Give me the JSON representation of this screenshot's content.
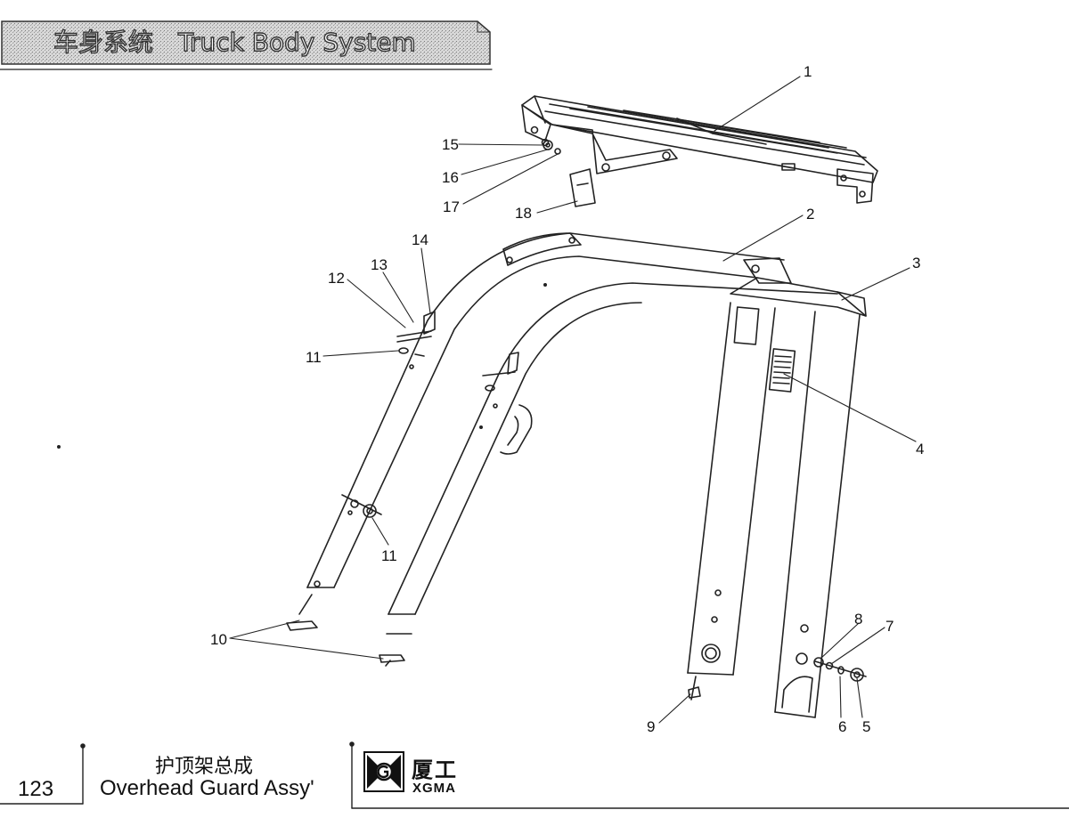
{
  "header": {
    "section_cn": "车身系统",
    "section_en": "Truck Body System"
  },
  "callouts": [
    "1",
    "2",
    "3",
    "4",
    "5",
    "6",
    "7",
    "8",
    "9",
    "10",
    "11",
    "11",
    "12",
    "13",
    "14",
    "15",
    "16",
    "17",
    "18"
  ],
  "footer": {
    "page_number": "123",
    "title_cn": "护顶架总成",
    "title_en": "Overhead Guard Assy'"
  },
  "logo": {
    "name_cn": "厦工",
    "name_en": "XGMA"
  }
}
